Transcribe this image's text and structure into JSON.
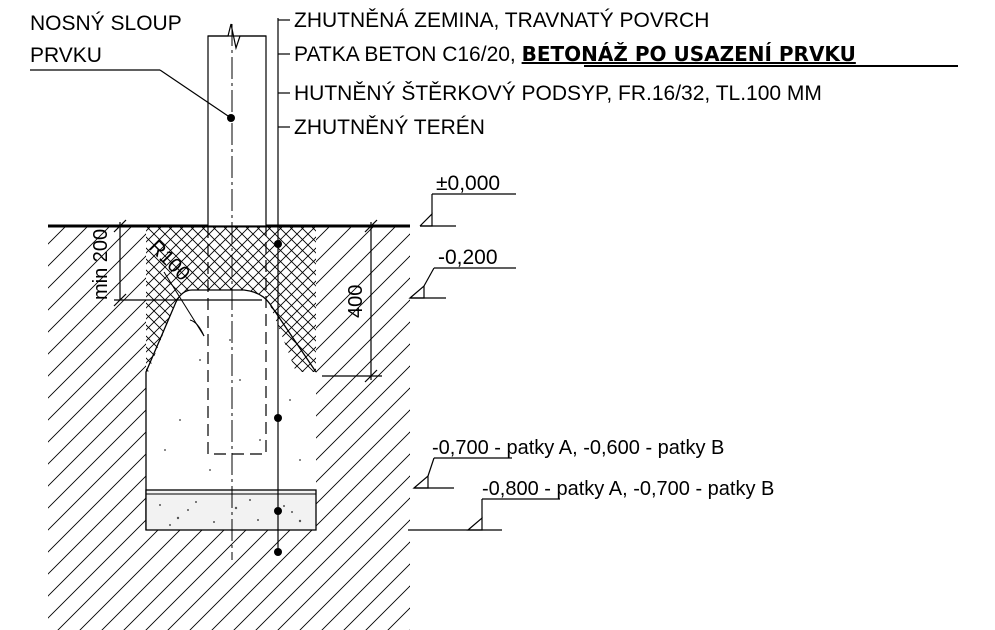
{
  "labels": {
    "post_line1": "NOSNÝ SLOUP",
    "post_line2": "PRVKU",
    "layer1": "ZHUTNĚNÁ ZEMINA, TRAVNATÝ POVRCH",
    "layer2_prefix": "PATKA BETON C16/20, ",
    "layer2_bold": "BETONÁŽ PO USAZENÍ PRVKU",
    "layer3": "HUTNĚNÝ ŠTĚRKOVÝ PODSYP,  FR.16/32, TL.100 MM",
    "layer4": "ZHUTNĚNÝ TERÉN"
  },
  "levels": {
    "ground": "±0,000",
    "minus200": "-0,200",
    "footing_bottom_value": "-0,700 -",
    "footing_bottom_rest": " patky A, -0,600 - patky B",
    "gravel_bottom_value": "-0,800 -",
    "gravel_bottom_rest": " patky A, -0,700 - patky B"
  },
  "dimensions": {
    "min_depth": "min 200",
    "radius": "R100",
    "depth": "400"
  },
  "colors": {
    "line": "#000000",
    "background": "#ffffff"
  }
}
